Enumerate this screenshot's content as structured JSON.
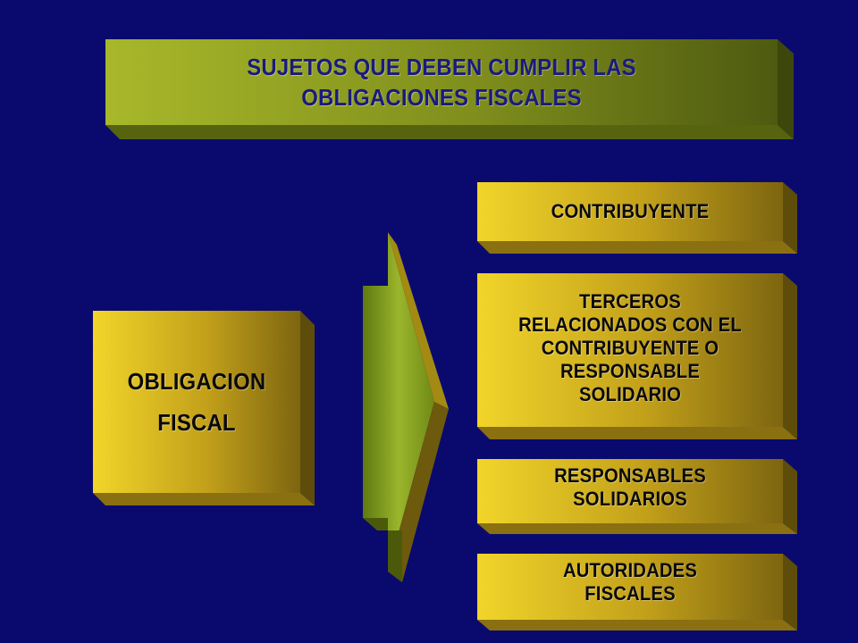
{
  "title": {
    "line1": "SUJETOS QUE DEBEN CUMPLIR LAS",
    "line2": "OBLIGACIONES FISCALES"
  },
  "source": {
    "line1": "OBLIGACION",
    "line2": "FISCAL"
  },
  "items": [
    {
      "lines": [
        "CONTRIBUYENTE"
      ]
    },
    {
      "lines": [
        "TERCEROS",
        "RELACIONADOS CON EL",
        "CONTRIBUYENTE O",
        "RESPONSABLE",
        "SOLIDARIO"
      ]
    },
    {
      "lines": [
        "RESPONSABLES",
        "SOLIDARIOS"
      ]
    },
    {
      "lines": [
        "AUTORIDADES",
        "FISCALES"
      ]
    }
  ],
  "colors": {
    "background": "#0a0a6e",
    "title_box": "#8c9a1e",
    "gold_box": "#e0c020",
    "arrow": "#7f961a",
    "title_text": "#1a1a80",
    "box_text": "#0a0a0a"
  }
}
